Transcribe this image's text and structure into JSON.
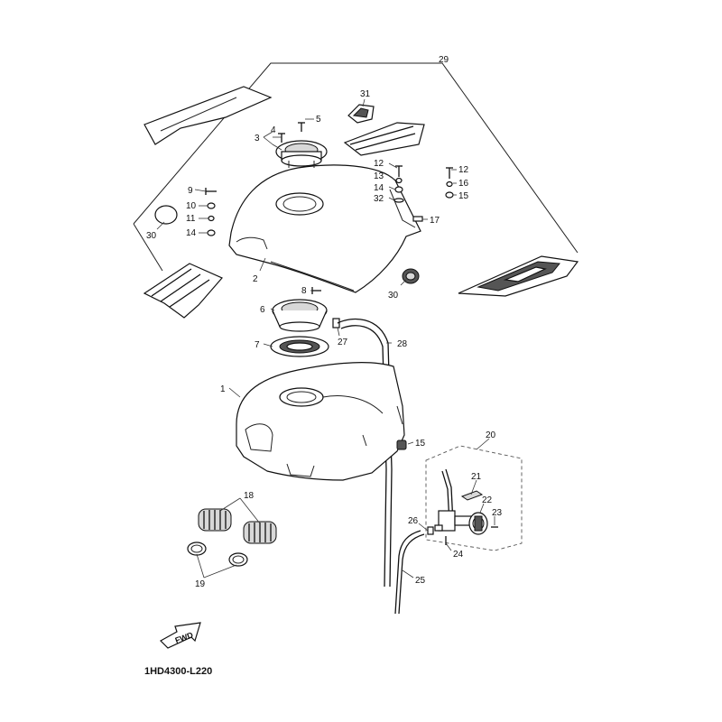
{
  "diagram": {
    "part_code": "1HD4300-L220",
    "fwd_label": "FWD",
    "callouts": {
      "c1": "1",
      "c2": "2",
      "c3": "3",
      "c4": "4",
      "c5": "5",
      "c6": "6",
      "c7": "7",
      "c8": "8",
      "c9": "9",
      "c10": "10",
      "c11": "11",
      "c12a": "12",
      "c12b": "12",
      "c13": "13",
      "c14a": "14",
      "c14b": "14",
      "c15a": "15",
      "c15b": "15",
      "c16": "16",
      "c17": "17",
      "c18": "18",
      "c19": "19",
      "c20": "20",
      "c21": "21",
      "c22": "22",
      "c23": "23",
      "c24": "24",
      "c25": "25",
      "c26": "26",
      "c27": "27",
      "c28": "28",
      "c29": "29",
      "c30a": "30",
      "c30b": "30",
      "c31": "31",
      "c32": "32"
    }
  }
}
